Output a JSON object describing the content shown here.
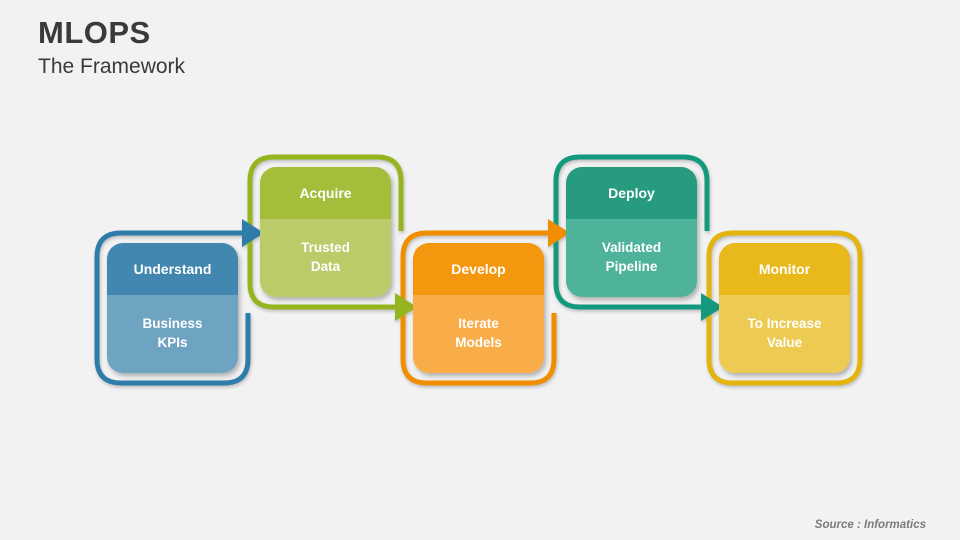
{
  "header": {
    "title": "MLOPS",
    "subtitle": "The Framework"
  },
  "stages": [
    {
      "id": "understand",
      "title": "Understand",
      "body": "Business\nKPIs",
      "color": {
        "border": "#2d7ca9",
        "header": "#4187b0",
        "body": "#6fa3c2"
      }
    },
    {
      "id": "acquire",
      "title": "Acquire",
      "body": "Trusted\nData",
      "color": {
        "border": "#95b51e",
        "header": "#a4bd3b",
        "body": "#bccb6a"
      }
    },
    {
      "id": "develop",
      "title": "Develop",
      "body": "Iterate\nModels",
      "color": {
        "border": "#f08e00",
        "header": "#f3970f",
        "body": "#f8ad49"
      }
    },
    {
      "id": "deploy",
      "title": "Deploy",
      "body": "Validated\nPipeline",
      "color": {
        "border": "#14997e",
        "header": "#279b80",
        "body": "#4fb29a"
      }
    },
    {
      "id": "monitor",
      "title": "Monitor",
      "body": "To Increase\nValue",
      "color": {
        "border": "#e3b40c",
        "header": "#e9b91c",
        "body": "#edca52"
      }
    }
  ],
  "footer": {
    "source": "Source : Informatics"
  },
  "canvas": {
    "background": "#f2f2f2"
  }
}
